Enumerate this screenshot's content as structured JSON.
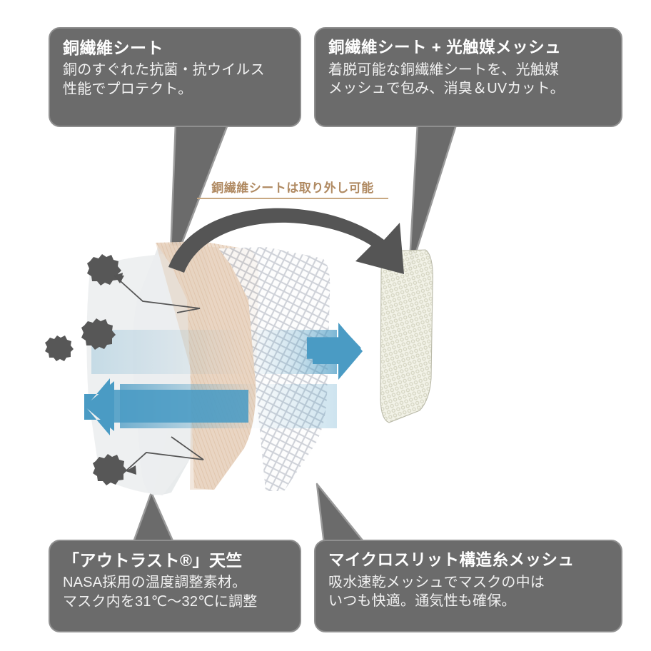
{
  "figure": {
    "type": "product-structure-diagram",
    "subject": "多層構造マスク断面図",
    "background_color": "#ffffff",
    "callout_bg": "#6b6b6b",
    "callout_border": "#8f8f8f",
    "accent_brown": "#b08a62",
    "accent_blue": "#4a9bc4"
  },
  "callouts": {
    "top_left": {
      "title": "銅繊維シート",
      "body": "銅のすぐれた抗菌・抗ウイルス\n性能でプロテクト。",
      "points_to": "copper-fiber-sheet-layer"
    },
    "top_right": {
      "title": "銅繊維シート + 光触媒メッシュ",
      "body": "着脱可能な銅繊維シートを、光触媒\nメッシュで包み、消臭＆UVカット。",
      "points_to": "detached-photocatalyst-mesh"
    },
    "bottom_left": {
      "title": "「アウトラスト®」天竺",
      "body": "NASA採用の温度調整素材。\nマスク内を31℃〜32℃に調整",
      "points_to": "outlast-jersey-layer"
    },
    "bottom_right": {
      "title": "マイクロスリット構造糸メッシュ",
      "body": "吸水速乾メッシュでマスクの中は\nいつも快適。通気性も確保。",
      "points_to": "micro-slit-mesh-layer"
    }
  },
  "center_caption": {
    "text": "銅繊維シートは取り外し可能",
    "color": "#b08a62",
    "underline_color": "#c8a882"
  },
  "layers": [
    {
      "name": "outlast-jersey-layer",
      "label": "「アウトラスト®」天竺",
      "color": "#e9ebec"
    },
    {
      "name": "copper-fiber-sheet-layer",
      "label": "銅繊維シート",
      "color": "#e5cdba"
    },
    {
      "name": "micro-slit-mesh-layer",
      "label": "マイクロスリット構造糸メッシュ",
      "color": "#d8dade"
    },
    {
      "name": "detached-photocatalyst-mesh",
      "label": "銅繊維シート＋光触媒メッシュ",
      "color": "#e8e8dd"
    }
  ],
  "flow": {
    "outward_arrow": "右向き矢印",
    "inward_arrow": "左向き矢印",
    "arrow_color": "#4a9bc4"
  },
  "virus_particles": {
    "count": 4,
    "color": "#575757",
    "label": "ウイルス"
  },
  "rotation_arrow": {
    "label": "取り外し動作",
    "color": "#555555"
  }
}
